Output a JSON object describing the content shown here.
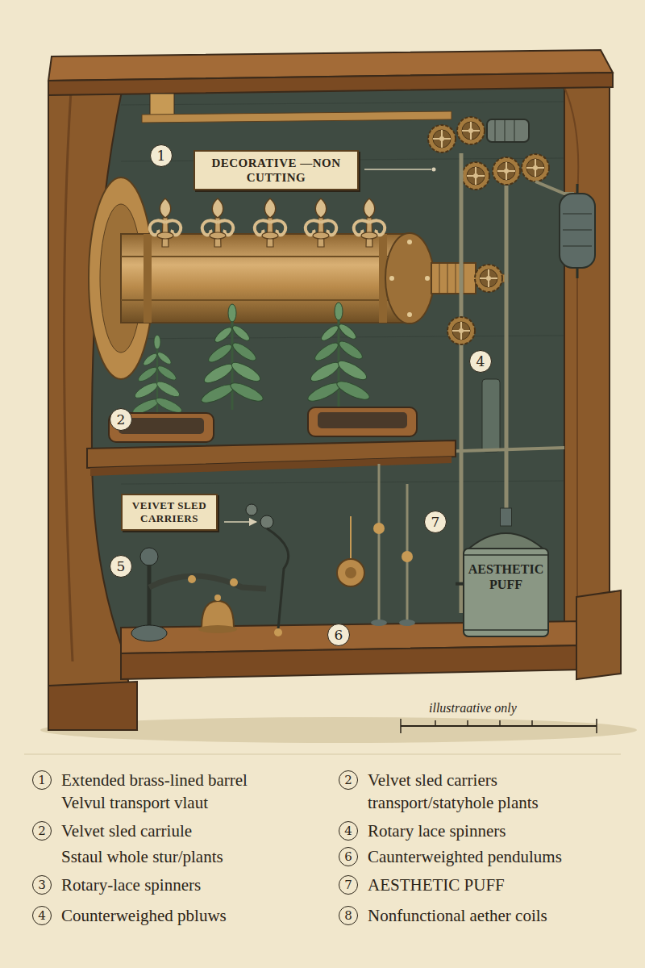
{
  "diagram": {
    "nodes": [
      {
        "text": [
          "DECORATIVE —NON CUTTING"
        ]
      },
      {
        "text": [
          "VEIVET SLED CARRIERS"
        ]
      },
      {
        "text": [
          "AESTHETIC PUFF"
        ]
      }
    ],
    "labels": [
      "1",
      "2",
      "4",
      "5",
      "7",
      "6",
      "illustraative only",
      "1",
      "Extended brass-lined barrel",
      "Velvul transport vlaut",
      "2",
      "Velvet sled carriule",
      "Sstaul whole stur/plants",
      "3",
      "Rotary-lace spinners",
      "4",
      "Counterweighed pbluws",
      "2",
      "Velvet sled carriers",
      "transport/statyhole plants",
      "4",
      "Rotary lace spinners",
      "6",
      "Caunterweighted pendulums",
      "7",
      "AESTHETIC PUFF",
      "8",
      "Nonfunctional aether coils"
    ]
  }
}
